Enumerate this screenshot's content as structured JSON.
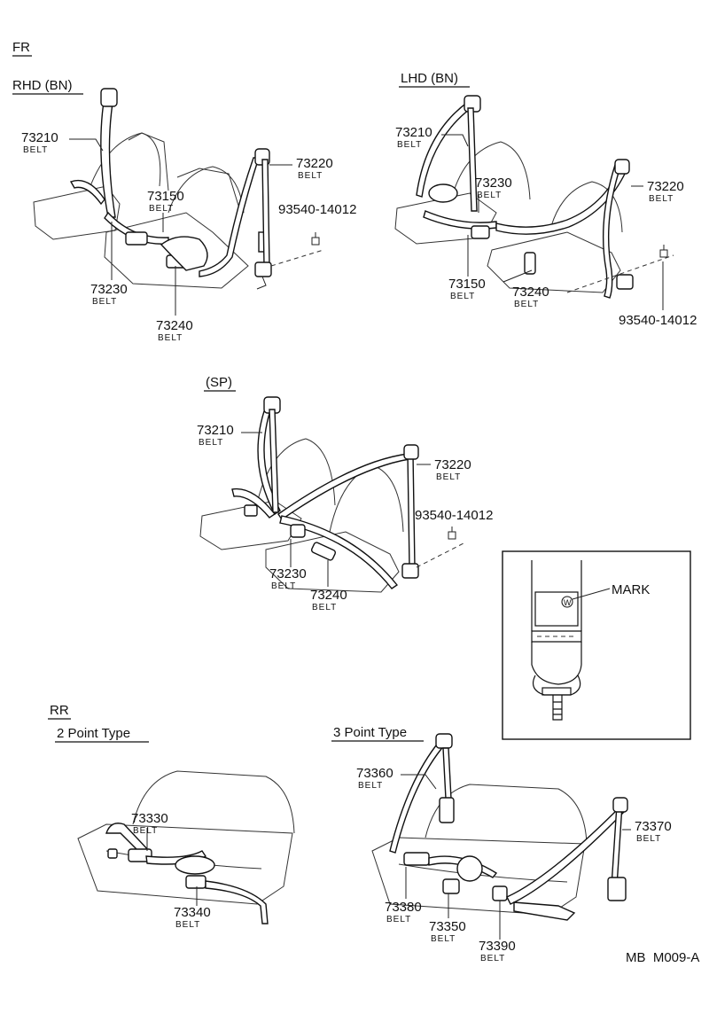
{
  "headers": {
    "fr": "FR",
    "rhd": "RHD (BN)",
    "lhd": "LHD (BN)",
    "sp": "(SP)",
    "rr": "RR",
    "two_point": "2 Point Type",
    "three_point": "3 Point Type"
  },
  "rhd": {
    "p73210": {
      "num": "73210",
      "name": "BELT"
    },
    "p73220": {
      "num": "73220",
      "name": "BELT"
    },
    "p73150": {
      "num": "73150",
      "name": "BELT"
    },
    "p93540": {
      "num": "93540-14012"
    },
    "p73230": {
      "num": "73230",
      "name": "BELT"
    },
    "p73240": {
      "num": "73240",
      "name": "BELT"
    }
  },
  "lhd": {
    "p73210": {
      "num": "73210",
      "name": "BELT"
    },
    "p73230": {
      "num": "73230",
      "name": "BELT"
    },
    "p73220": {
      "num": "73220",
      "name": "BELT"
    },
    "p73150": {
      "num": "73150",
      "name": "BELT"
    },
    "p73240": {
      "num": "73240",
      "name": "BELT"
    },
    "p93540": {
      "num": "93540-14012"
    }
  },
  "sp": {
    "p73210": {
      "num": "73210",
      "name": "BELT"
    },
    "p73220": {
      "num": "73220",
      "name": "BELT"
    },
    "p93540": {
      "num": "93540-14012"
    },
    "p73230": {
      "num": "73230",
      "name": "BELT"
    },
    "p73240": {
      "num": "73240",
      "name": "BELT"
    }
  },
  "detail": {
    "mark_label": "MARK",
    "mark_symbol": "W"
  },
  "rr2": {
    "p73330": {
      "num": "73330",
      "name": "BELT"
    },
    "p73340": {
      "num": "73340",
      "name": "BELT"
    }
  },
  "rr3": {
    "p73360": {
      "num": "73360",
      "name": "BELT"
    },
    "p73370": {
      "num": "73370",
      "name": "BELT"
    },
    "p73380": {
      "num": "73380",
      "name": "BELT"
    },
    "p73350": {
      "num": "73350",
      "name": "BELT"
    },
    "p73390": {
      "num": "73390",
      "name": "BELT"
    }
  },
  "footer_code": "MB  M009-A"
}
